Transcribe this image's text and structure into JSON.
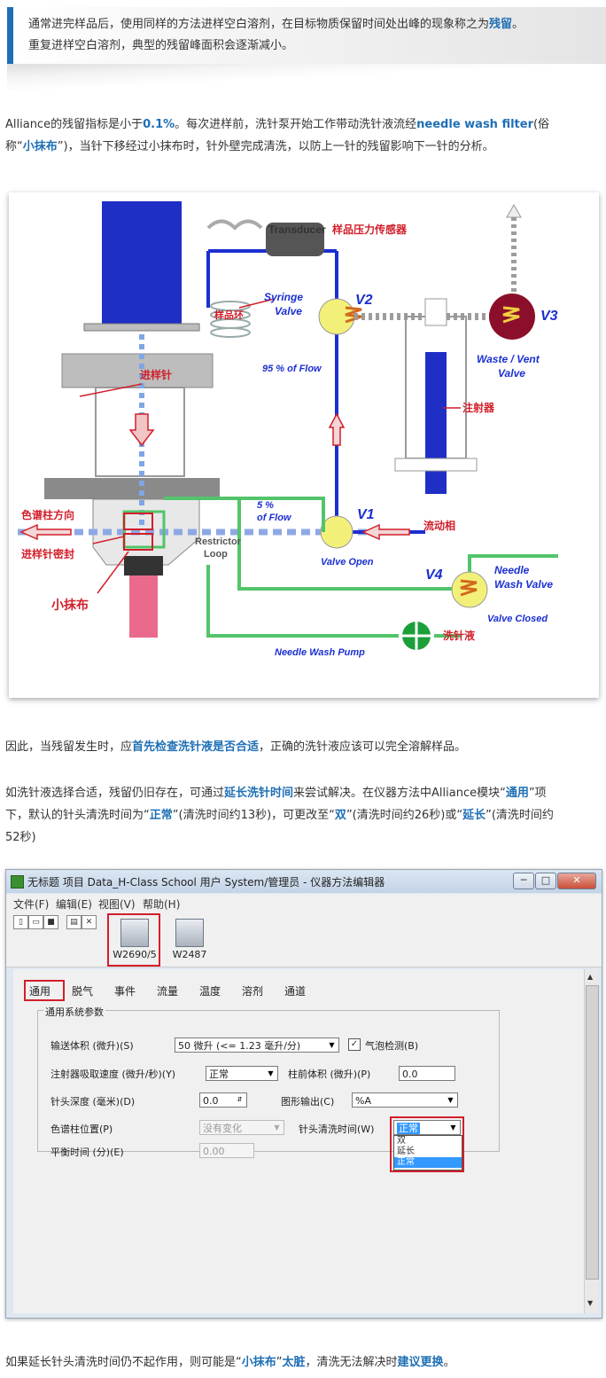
{
  "callout": {
    "pre": "通常进完样品后，使用同样的方法进样空白溶剂，在目标物质保留时间处出峰的现象称之为",
    "em": "残留",
    "post": "。",
    "line2": "重复进样空白溶剂，典型的残留峰面积会逐渐减小。"
  },
  "para1": {
    "t1": "Alliance的残留指标是小于",
    "e1": "0.1%",
    "t2": "。每次进样前，洗针泵开始工作带动洗针液流经",
    "e2": "needle wash filter",
    "t3": "(俗",
    "t4": "称“",
    "e3": "小抹布",
    "t5": "”)，当针下移经过小抹布时，针外壁完成清洗，以防上一针的残留影响下一针的分析。"
  },
  "diagram": {
    "transducer": "Transducer",
    "transducer_cn": "样品压力传感器",
    "syringe_valve": "Syringe\nValve",
    "syringe_l1": "Syringe",
    "syringe_l2": "Valve",
    "sample_loop": "样品环",
    "v1": "V1",
    "v2": "V2",
    "v3": "V3",
    "v4": "V4",
    "flow95": "95 % of Flow",
    "flow5_l1": "5 %",
    "flow5_l2": "of  Flow",
    "waste_l1": "Waste / Vent",
    "waste_l2": "Valve",
    "injector": "注射器",
    "needle": "进样针",
    "column_dir": "色谱柱方向",
    "seal": "进样针密封",
    "wipe": "小抹布",
    "restrictor_l1": "Restrictor",
    "restrictor_l2": "Loop",
    "valve_open": "Valve Open",
    "mobile_phase": "流动相",
    "nwv_l1": "Needle",
    "nwv_l2": "Wash Valve",
    "valve_closed": "Valve Closed",
    "wash_liquid": "洗针液",
    "pump": "Needle Wash Pump"
  },
  "para2": {
    "t1": "因此，当残留发生时，应",
    "e1": "首先检查洗针液是否合适",
    "t2": "，正确的洗针液应该可以完全溶解样品。"
  },
  "para3": {
    "t1": "如洗针液选择合适，残留仍旧存在，可通过",
    "e1": "延长洗针时间",
    "t2": "来尝试解决。在仪器方法中Alliance模块“",
    "e2": "通用",
    "t3": "”项",
    "t4": "下，默认的针头清洗时间为“",
    "e3": "正常",
    "t5": "”(清洗时间约13秒)，可更改至“",
    "e4": "双",
    "t6": "”(清洗时间约26秒)或“",
    "e5": "延长",
    "t7": "”(清洗时间约",
    "t8": "52秒)"
  },
  "window": {
    "title": "无标题 项目 Data_H-Class School 用户 System/管理员 - 仪器方法编辑器",
    "menu": [
      "文件(F)",
      "编辑(E)",
      "视图(V)",
      "帮助(H)"
    ],
    "instruments": [
      "W2690/5",
      "W2487"
    ],
    "tabs": [
      "通用",
      "脱气",
      "事件",
      "流量",
      "温度",
      "溶剂",
      "通道"
    ],
    "group_title": "通用系统参数",
    "delivery_label": "输送体积 (微升)(S)",
    "delivery_value": "50 微升 (<= 1.23 毫升/分)",
    "bubble_label": "气泡检测(B)",
    "bubble_checked": "✓",
    "syringe_speed_label": "注射器吸取速度 (微升/秒)(Y)",
    "syringe_speed_value": "正常",
    "precolumn_label": "柱前体积 (微升)(P)",
    "precolumn_value": "0.0",
    "depth_label": "针头深度 (毫米)(D)",
    "depth_value": "0.0",
    "graph_label": "图形输出(C)",
    "graph_value": "%A",
    "column_pos_label": "色谱柱位置(P)",
    "column_pos_value": "没有变化",
    "wash_time_label": "针头清洗时间(W)",
    "wash_selected": "正常",
    "wash_options": [
      "双",
      "延长",
      "正常"
    ],
    "equil_label": "平衡时间 (分)(E)",
    "equil_value": "0.00",
    "min_btn": "─",
    "max_btn": "□",
    "close_btn": "✕"
  },
  "para4": {
    "t1": "如果延长针头清洗时间仍不起作用，则可能是“",
    "e1": "小抹布",
    "t2": "”",
    "e2": "太脏",
    "t3": "，清洗无法解决时",
    "e3": "建议更换",
    "t4": "。"
  },
  "colors": {
    "accent": "#1f6fb5",
    "red": "#d21f2a",
    "blue_line": "#1b2fd0",
    "green_line": "#52c46a"
  }
}
